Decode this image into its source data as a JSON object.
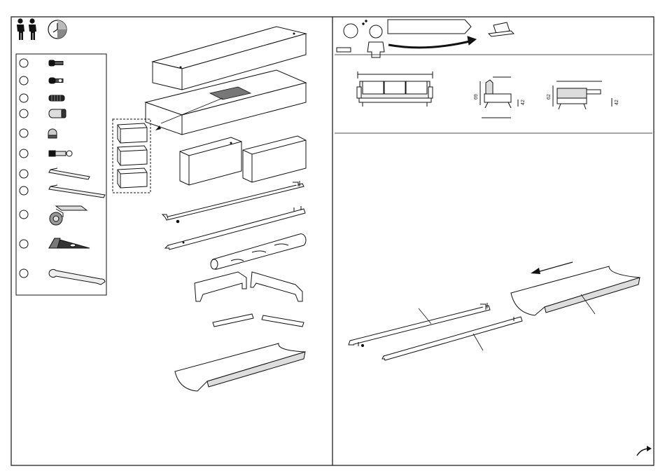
{
  "page": {
    "left_panel": {
      "people_required": 2,
      "assembly_time_icon": "clock-icon",
      "hardware_list": [
        {
          "icon": "bolt-short-icon"
        },
        {
          "icon": "bolt-round-head-icon"
        },
        {
          "icon": "threaded-bolt-icon"
        },
        {
          "icon": "threaded-insert-icon"
        },
        {
          "icon": "cap-nut-icon"
        },
        {
          "icon": "hex-bolt-icon"
        },
        {
          "icon": "allen-key-small-icon"
        },
        {
          "icon": "allen-key-large-icon"
        },
        {
          "icon": "caster-wheel-icon"
        },
        {
          "icon": "wedge-foot-icon"
        },
        {
          "icon": "spanner-icon"
        }
      ],
      "parts": [
        "mattress-top",
        "mattress-base",
        "fabric-swatch",
        "cushions-3",
        "armrest-left",
        "armrest-right",
        "rail-long-1",
        "rail-long-2",
        "bolster-roll",
        "legs-pair",
        "short-bars",
        "back-tray"
      ]
    },
    "right_panel": {
      "help_icons": [
        "person-thinking-icon",
        "laptop-icon"
      ],
      "dimension_views": [
        "sofa-front-view",
        "sofa-side-view",
        "bed-side-view"
      ],
      "dimension_labels": [
        "69",
        "42",
        "62",
        "42"
      ],
      "step_parts": [
        "long-rail",
        "side-bar",
        "back-tray"
      ],
      "next_page_icon": "arrow-next-icon"
    }
  }
}
